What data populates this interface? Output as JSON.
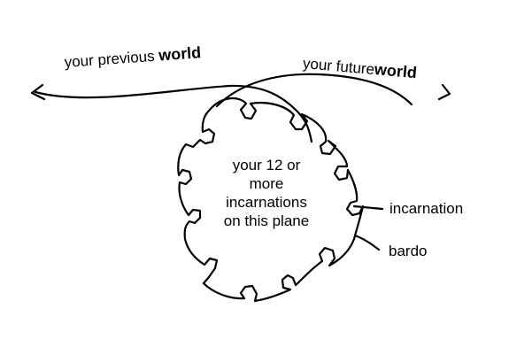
{
  "labels": {
    "previous_prefix": "your previous ",
    "previous_world": "world",
    "future_prefix": "your future",
    "future_world": "world",
    "center": "your 12 or more incarnations on this plane",
    "incarnation": "incarnation",
    "bardo": "bardo"
  },
  "colors": {
    "ink": "#000000",
    "background": "#ffffff"
  },
  "icons": {
    "left_arrow": "arrow-left-icon",
    "right_arrow": "arrow-right-icon"
  }
}
